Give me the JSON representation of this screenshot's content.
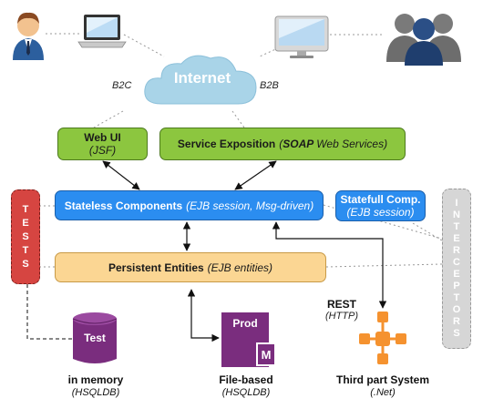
{
  "internet": {
    "label": "Internet",
    "b2c": "B2C",
    "b2b": "B2B"
  },
  "web_ui": {
    "title": "Web UI",
    "tech": "(JSF)"
  },
  "service": {
    "title": "Service Exposition",
    "tech_bold": "SOAP",
    "tech_rest": "Web Services)",
    "open": "("
  },
  "stateless": {
    "title": "Stateless Components",
    "tech": "(EJB session, Msg-driven)"
  },
  "statefull": {
    "title": "Statefull Comp.",
    "tech": "(EJB session)"
  },
  "persistent": {
    "title": "Persistent Entities",
    "tech": "(EJB entities)"
  },
  "tests": {
    "letters": [
      "T",
      "E",
      "S",
      "T",
      "S"
    ]
  },
  "interceptors": {
    "letters": [
      "I",
      "N",
      "T",
      "E",
      "R",
      "C",
      "E",
      "P",
      "T",
      "O",
      "R",
      "S"
    ]
  },
  "rest": {
    "label": "REST",
    "proto": "(HTTP)"
  },
  "db_test": {
    "label": "Test",
    "caption": "in memory",
    "sub": "(HSQLDB)"
  },
  "db_prod": {
    "label": "Prod",
    "badge": "M",
    "caption": "File-based",
    "sub": "(HSQLDB)"
  },
  "third_party": {
    "caption": "Third part System",
    "sub": "(.Net)"
  },
  "colors": {
    "green": "#8cc63f",
    "blue": "#2b8df0",
    "orange": "#fbd693",
    "tests_red": "#d64541",
    "db_purple": "#7a2d7e",
    "third_party_orange": "#f5922f",
    "cloud": "#a9d4e8",
    "interceptor_grey": "#d6d6d6"
  }
}
